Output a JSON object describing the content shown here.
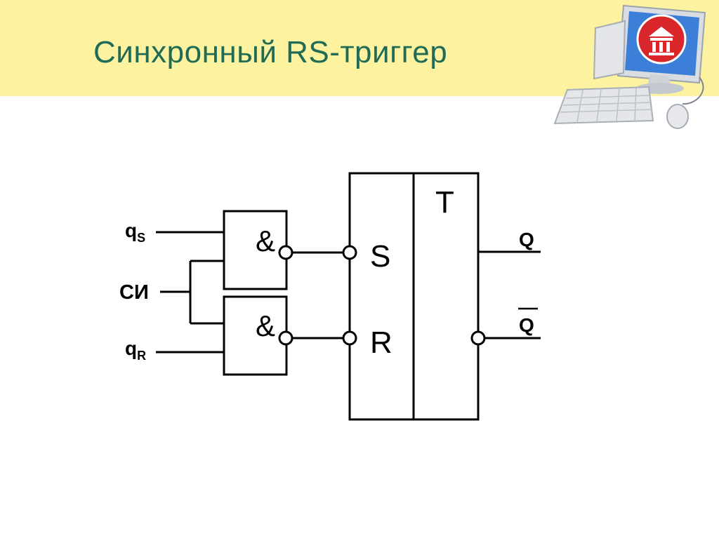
{
  "slide": {
    "title": "Синхронный RS-триггер"
  },
  "diagram": {
    "inputs": {
      "qs_main": "q",
      "qs_sub": "S",
      "clock": "СИ",
      "qr_main": "q",
      "qr_sub": "R"
    },
    "gates": {
      "and_top": "&",
      "and_bottom": "&"
    },
    "trigger": {
      "type_label": "T",
      "input_s": "S",
      "input_r": "R"
    },
    "outputs": {
      "q": "Q",
      "q_inverted": "Q"
    }
  },
  "logo": {
    "icon": "computer-icon"
  },
  "colors": {
    "header_background": "#fcf2a0",
    "title_color": "#1f6b55",
    "logo_red": "#d8262b"
  }
}
